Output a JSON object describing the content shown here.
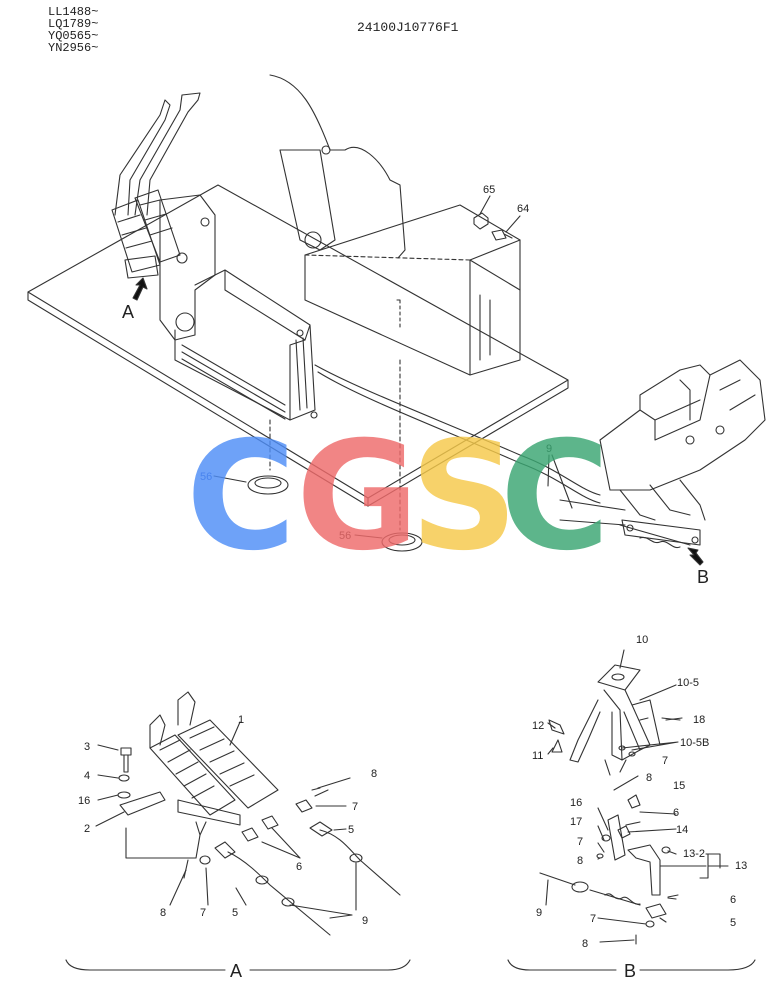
{
  "header": {
    "serials": [
      "LL1488~",
      "LQ1789~",
      "YQ0565~",
      "YN2956~"
    ],
    "drawing_number": "24100J10776F1"
  },
  "callouts": {
    "c65": "65",
    "c64": "64",
    "c56a": "56",
    "c56b": "56",
    "c9_main": "9",
    "arrowA": "A",
    "arrowB": "B",
    "a3": "3",
    "a4": "4",
    "a16": "16",
    "a2": "2",
    "a1": "1",
    "a8r": "8",
    "a7r": "7",
    "a5r": "5",
    "a6": "6",
    "a8l": "8",
    "a7l": "7",
    "a5l": "5",
    "a9": "9",
    "b10": "10",
    "b10_5": "10-5",
    "b12": "12",
    "b18": "18",
    "b11": "11",
    "b10_5B": "10-5B",
    "b7a": "7",
    "b8a": "8",
    "b15": "15",
    "b16": "16",
    "b6a": "6",
    "b17": "17",
    "b14": "14",
    "b7b": "7",
    "b13_2": "13-2",
    "b13": "13",
    "b8b": "8",
    "b9": "9",
    "b6b": "6",
    "b7c": "7",
    "b5": "5",
    "b8c": "8"
  },
  "views": {
    "A": "A",
    "B": "B"
  },
  "watermark": {
    "letters": [
      "C",
      "G",
      "S",
      "C"
    ],
    "colors": [
      "#4f8ef7",
      "#ef6b6b",
      "#f6c94a",
      "#3aa672"
    ]
  }
}
